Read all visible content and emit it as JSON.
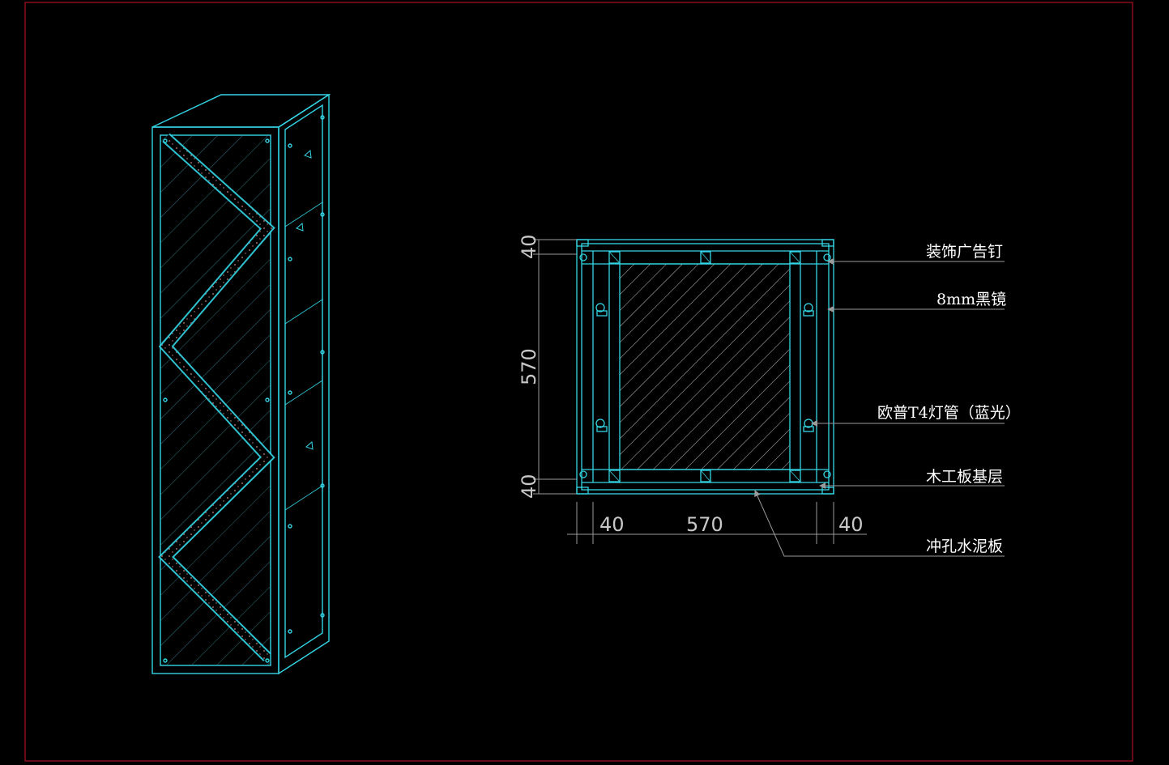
{
  "colors": {
    "background": "#000000",
    "border": "#d0102a",
    "cad_line": "#33d6e6",
    "dim_line": "#9a9a9a",
    "text": "#ffffff",
    "hatch": "#bfbfbf"
  },
  "dimensions": {
    "top_dim": "40",
    "middle_dim": "570",
    "bottom_dim": "40",
    "left_width_dim": "40",
    "center_width_dim": "570",
    "right_width_dim": "40"
  },
  "labels": {
    "decorative_nail": "装饰广告钉",
    "black_mirror": "8mm黑镜",
    "t4_tube": "欧普T4灯管（蓝光）",
    "wood_base": "木工板基层",
    "perforated_cement": "冲孔水泥板"
  }
}
